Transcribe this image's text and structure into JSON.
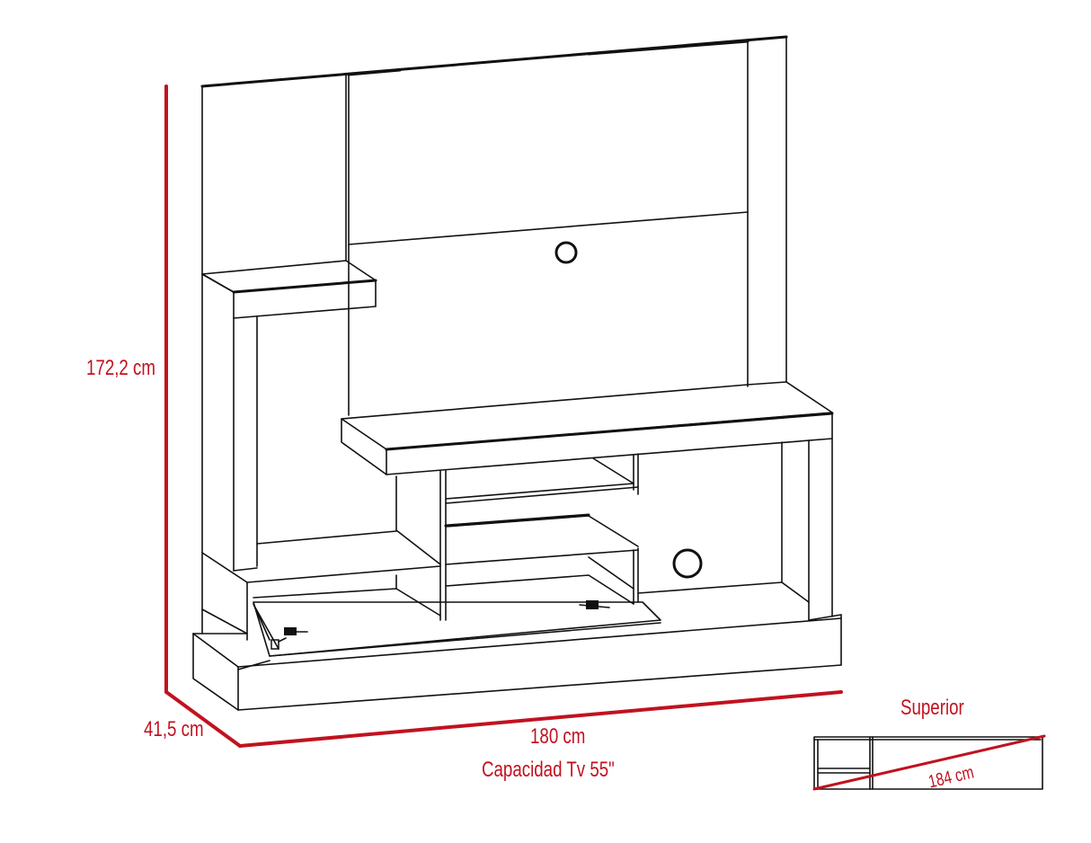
{
  "labels": {
    "height": "172,2 cm",
    "depth": "41,5 cm",
    "width": "180 cm",
    "capacity": "Capacidad Tv 55\"",
    "top_view_title": "Superior",
    "diagonal": "184 cm"
  },
  "colors": {
    "dimension": "#c1121f",
    "outline": "#111111"
  }
}
